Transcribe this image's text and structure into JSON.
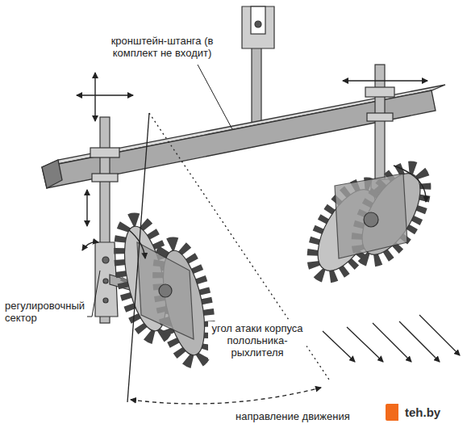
{
  "diagram": {
    "labels": [
      "кронштейн-штанга (в комплект не входит)",
      "регулировочный сектор",
      "угол атаки корпуса полольника-рыхлителя",
      "направление движения",
      "teh.by"
    ]
  }
}
